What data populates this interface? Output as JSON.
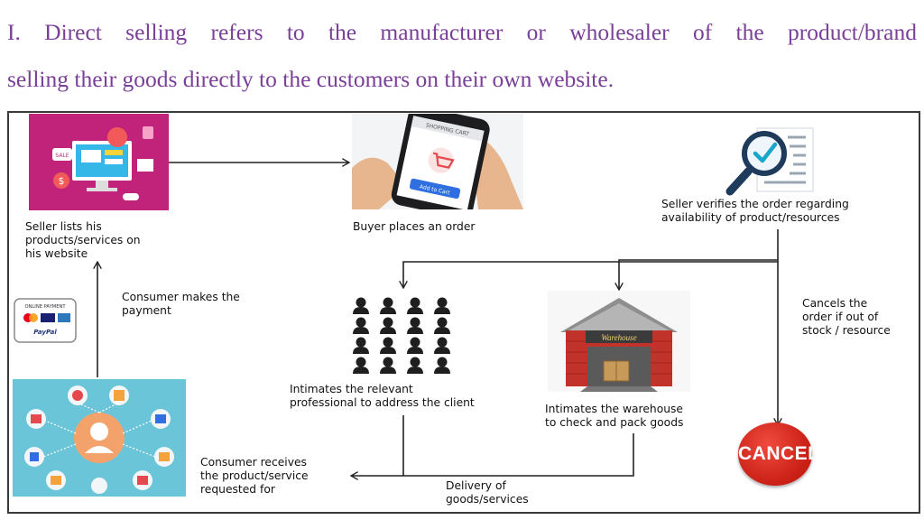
{
  "heading": {
    "line1": "I. Direct selling refers to the manufacturer or wholesaler of the product/brand",
    "line2": "selling their goods directly to the customers on their own website."
  },
  "diagram": {
    "seller_lists": "Seller lists his\nproducts/services on\nhis website",
    "buyer_places": "Buyer places an order",
    "seller_verifies": "Seller verifies the order regarding\navailability of product/resources",
    "consumer_pays": "Consumer makes the\npayment",
    "intimates_professional": "Intimates the relevant\nprofessional to address the client",
    "intimates_warehouse": "Intimates the warehouse\nto check and pack goods",
    "cancels": "Cancels the\norder if out of\nstock / resource",
    "consumer_receives": "Consumer receives\nthe product/service\nrequested for",
    "delivery": "Delivery of\ngoods/services",
    "cancel_badge": "CANCEL",
    "phone_title": "SHOPPING CART",
    "phone_button": "Add to Cart",
    "payment_card_title": "ONLINE PAYMENT",
    "payment_card_brand": "PayPal",
    "warehouse_sign": "Warehouse",
    "sale_tag": "SALE"
  }
}
